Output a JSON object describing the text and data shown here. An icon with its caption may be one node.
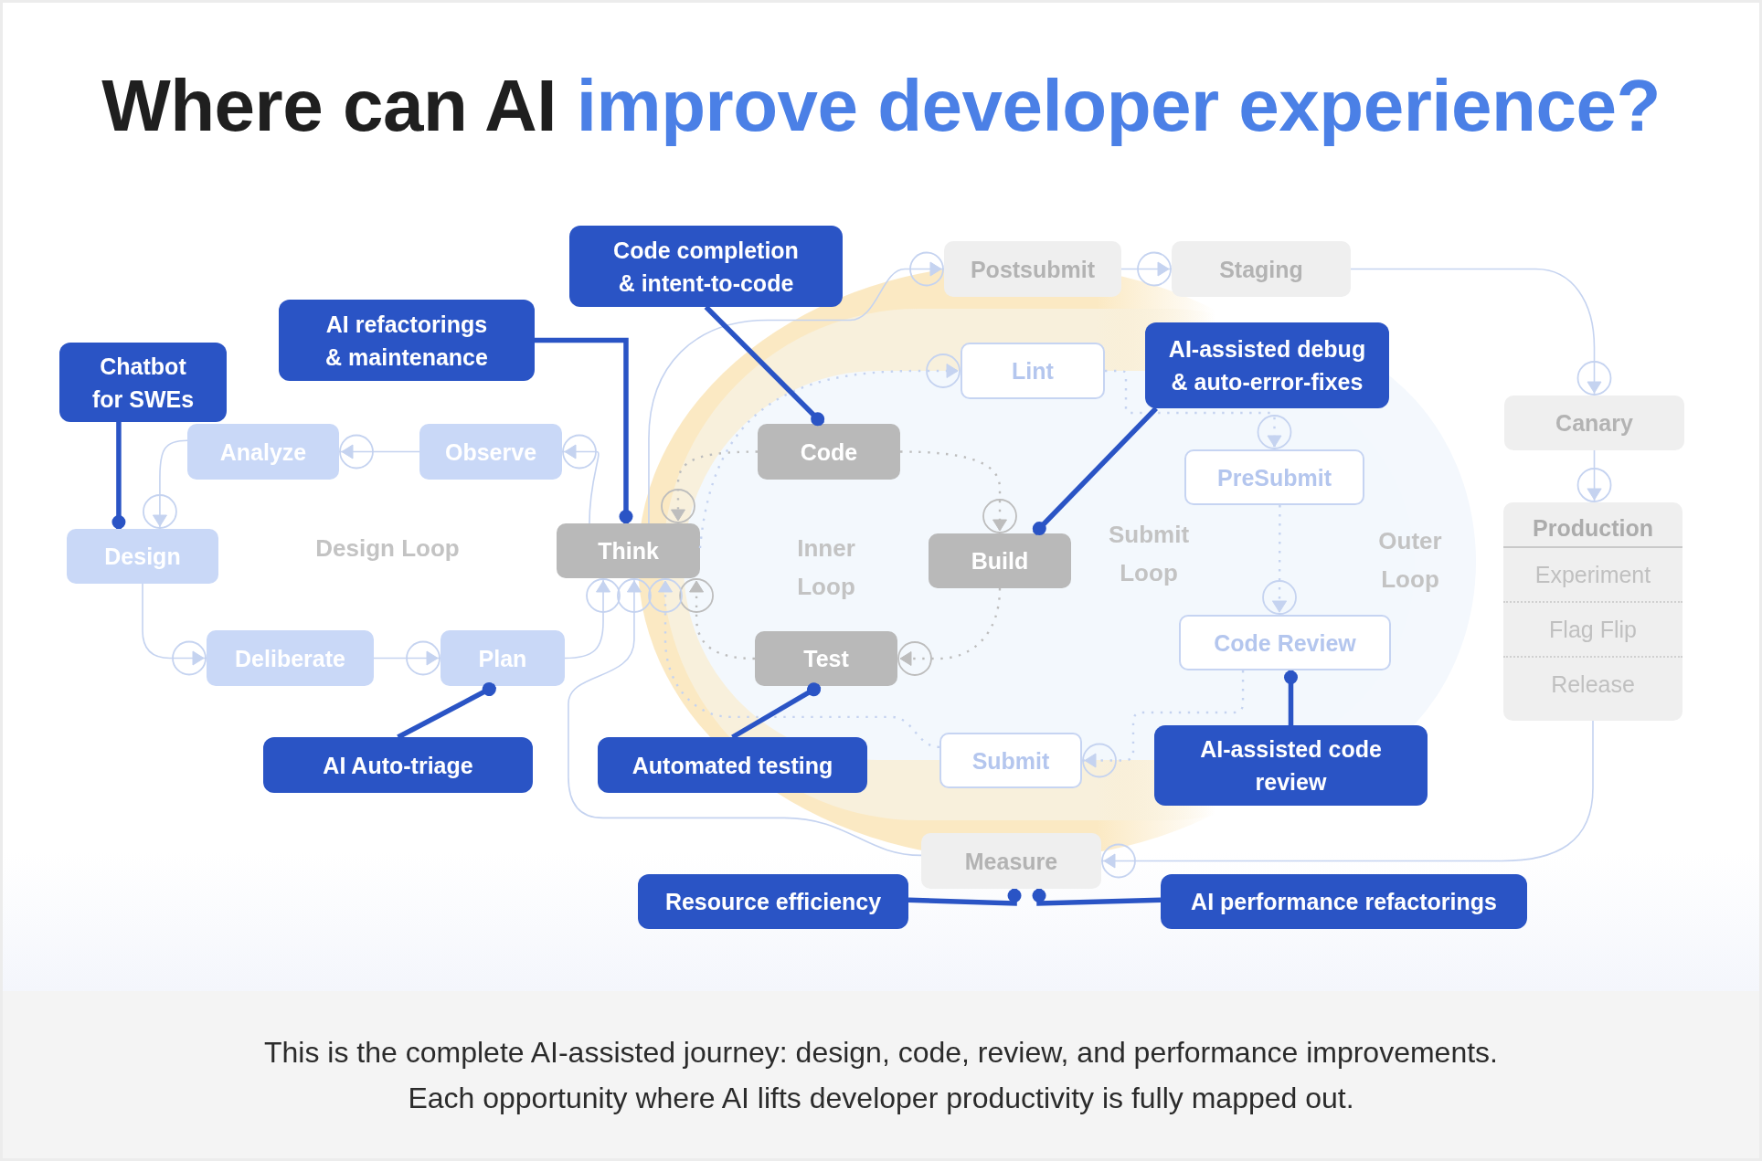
{
  "diagram": {
    "title": "Where can AI **improve developer experience?**",
    "caption": "This is the complete AI-assisted journey: design, code, review, and performance improvements. Each opportunity where AI lifts developer productivity is fully mapped out.",
    "nodes": [
      {
        "text": [
          "Code completion & intent-to-code"
        ]
      },
      {
        "text": [
          "Postsubmit"
        ]
      },
      {
        "text": [
          "Staging"
        ]
      },
      {
        "text": [
          "AI refactorings & maintenance"
        ]
      },
      {
        "text": [
          "Chatbot for SWEs"
        ]
      },
      {
        "text": [
          "Lint"
        ]
      },
      {
        "text": [
          "AI-assisted debug & auto-error-fixes"
        ]
      },
      {
        "text": [
          "Canary"
        ]
      },
      {
        "text": [
          "Analyze"
        ]
      },
      {
        "text": [
          "Observe"
        ]
      },
      {
        "text": [
          "Code"
        ]
      },
      {
        "text": [
          "PreSubmit"
        ]
      },
      {
        "text": [
          "Production",
          "Experiment",
          "Flag Flip",
          "Release"
        ]
      },
      {
        "text": [
          "Design"
        ]
      },
      {
        "text": [
          "Think"
        ]
      },
      {
        "text": [
          "Build"
        ]
      },
      {
        "text": [
          "Deliberate"
        ]
      },
      {
        "text": [
          "Plan"
        ]
      },
      {
        "text": [
          "Test"
        ]
      },
      {
        "text": [
          "Code Review"
        ]
      },
      {
        "text": [
          "AI Auto-triage"
        ]
      },
      {
        "text": [
          "Automated testing"
        ]
      },
      {
        "text": [
          "Submit"
        ]
      },
      {
        "text": [
          "AI-assisted code review"
        ]
      },
      {
        "text": [
          "Measure"
        ]
      },
      {
        "text": [
          "Resource efficiency"
        ]
      },
      {
        "text": [
          "AI performance refactorings"
        ]
      }
    ],
    "edges": [
      {
        "from": 14,
        "to": 9,
        "arrow": "to"
      },
      {
        "from": 9,
        "to": 8,
        "arrow": "to"
      },
      {
        "from": 8,
        "to": 13,
        "arrow": "to"
      },
      {
        "from": 13,
        "to": 16,
        "arrow": "to"
      },
      {
        "from": 16,
        "to": 17,
        "arrow": "to"
      },
      {
        "from": 17,
        "to": 14,
        "arrow": "to"
      },
      {
        "from": 10,
        "to": 15,
        "arrow": "to",
        "style": "dashed",
        "color": "#bdbdbd"
      },
      {
        "from": 15,
        "to": 18,
        "arrow": "to",
        "style": "dashed",
        "color": "#bdbdbd"
      },
      {
        "from": 18,
        "to": 14,
        "arrow": "to",
        "style": "dashed",
        "color": "#bdbdbd"
      },
      {
        "from": 10,
        "to": 14,
        "arrow": "to",
        "style": "dashed",
        "color": "#bdbdbd"
      },
      {
        "from": 14,
        "to": 5,
        "arrow": "to",
        "style": "dashed"
      },
      {
        "from": 5,
        "to": 11,
        "arrow": "to",
        "style": "dashed"
      },
      {
        "from": 11,
        "to": 19,
        "arrow": "to",
        "style": "dashed"
      },
      {
        "from": 19,
        "to": 22,
        "arrow": "to",
        "style": "dashed"
      },
      {
        "from": 22,
        "to": 14,
        "arrow": "to",
        "style": "dashed"
      },
      {
        "from": 14,
        "to": 1,
        "arrow": "to"
      },
      {
        "from": 1,
        "to": 2,
        "arrow": "to"
      },
      {
        "from": 2,
        "to": 7,
        "arrow": "to"
      },
      {
        "from": 7,
        "to": 12,
        "arrow": "to"
      },
      {
        "from": 12,
        "to": 24,
        "arrow": "to"
      },
      {
        "from": 24,
        "to": 14,
        "arrow": "to"
      },
      {
        "from": 4,
        "to": 13,
        "arrow": "other",
        "style": "thick",
        "color": "#2a54c5"
      },
      {
        "from": 3,
        "to": 14,
        "arrow": "other",
        "style": "thick",
        "color": "#2a54c5"
      },
      {
        "from": 0,
        "to": 10,
        "arrow": "other",
        "style": "thick",
        "color": "#2a54c5"
      },
      {
        "from": 6,
        "to": 15,
        "arrow": "other",
        "style": "thick",
        "color": "#2a54c5"
      },
      {
        "from": 20,
        "to": 17,
        "arrow": "other",
        "style": "thick",
        "color": "#2a54c5"
      },
      {
        "from": 21,
        "to": 18,
        "arrow": "other",
        "style": "thick",
        "color": "#2a54c5"
      },
      {
        "from": 23,
        "to": 19,
        "arrow": "other",
        "style": "thick",
        "color": "#2a54c5"
      },
      {
        "from": 25,
        "to": 24,
        "arrow": "other",
        "style": "thick",
        "color": "#2a54c5"
      },
      {
        "from": 26,
        "to": 24,
        "arrow": "other",
        "style": "thick",
        "color": "#2a54c5"
      }
    ],
    "labels": [
      "Design Loop",
      "Inner Loop",
      "Submit Loop",
      "Outer Loop"
    ]
  }
}
